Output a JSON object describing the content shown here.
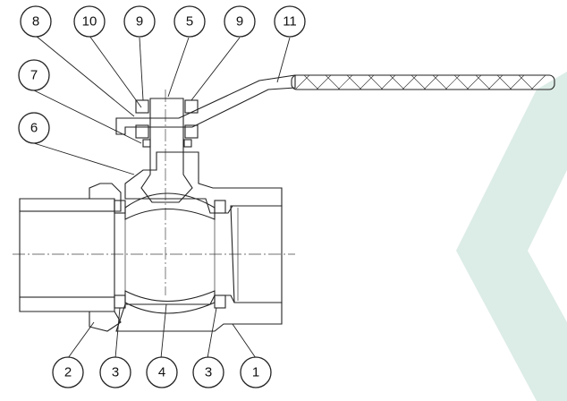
{
  "colors": {
    "brand_chevron": "#dcece6",
    "body_brass": "#f2d99a",
    "end_connector_copper": "#e6a572",
    "stem_blue": "#bcd7ee",
    "ball_green": "#b9d8a8",
    "seat_red": "#d8453a",
    "oring_navy": "#2f3a78",
    "handle_fill": "#ffffff"
  },
  "callouts": {
    "top": [
      {
        "label": "8",
        "icon": "callout-circle"
      },
      {
        "label": "10",
        "icon": "callout-circle"
      },
      {
        "label": "9",
        "icon": "callout-circle"
      },
      {
        "label": "5",
        "icon": "callout-circle"
      },
      {
        "label": "9",
        "icon": "callout-circle"
      },
      {
        "label": "11",
        "icon": "callout-circle"
      }
    ],
    "left": [
      {
        "label": "7",
        "icon": "callout-circle"
      },
      {
        "label": "6",
        "icon": "callout-circle"
      }
    ],
    "bottom": [
      {
        "label": "2",
        "icon": "callout-circle"
      },
      {
        "label": "3",
        "icon": "callout-circle"
      },
      {
        "label": "4",
        "icon": "callout-circle"
      },
      {
        "label": "3",
        "icon": "callout-circle"
      },
      {
        "label": "1",
        "icon": "callout-circle"
      }
    ]
  }
}
